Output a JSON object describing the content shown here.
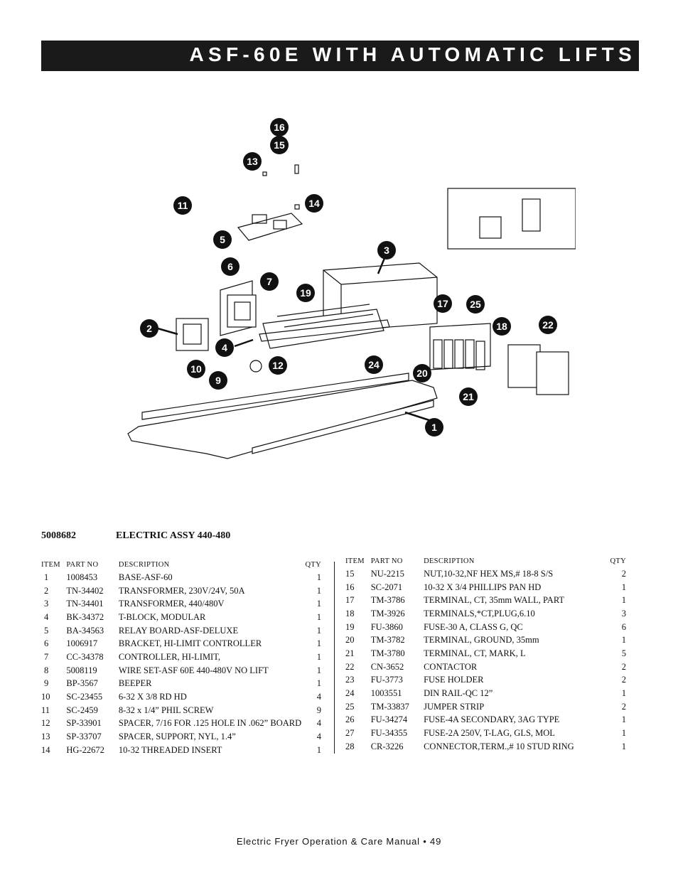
{
  "header": {
    "title": "ASF-60E WITH AUTOMATIC LIFTS"
  },
  "diagram": {
    "callouts": [
      "1",
      "2",
      "3",
      "4",
      "5",
      "6",
      "7",
      "9",
      "10",
      "11",
      "12",
      "13",
      "14",
      "15",
      "16",
      "17",
      "18",
      "19",
      "20",
      "21",
      "22",
      "24",
      "25"
    ]
  },
  "assembly": {
    "number": "5008682",
    "name": "ELECTRIC ASSY 440-480"
  },
  "table_headers": {
    "item": "ITEM",
    "part_no": "PART NO",
    "description": "DESCRIPTION",
    "qty": "QTY"
  },
  "parts_left": [
    {
      "item": "1",
      "part": "1008453",
      "desc": "BASE-ASF-60",
      "qty": "1"
    },
    {
      "item": "2",
      "part": "TN-34402",
      "desc": "TRANSFORMER, 230V/24V, 50A",
      "qty": "1"
    },
    {
      "item": "3",
      "part": "TN-34401",
      "desc": "TRANSFORMER, 440/480V",
      "qty": "1"
    },
    {
      "item": "4",
      "part": "BK-34372",
      "desc": "T-BLOCK, MODULAR",
      "qty": "1"
    },
    {
      "item": "5",
      "part": "BA-34563",
      "desc": "RELAY BOARD-ASF-DELUXE",
      "qty": "1"
    },
    {
      "item": "6",
      "part": "1006917",
      "desc": "BRACKET, HI-LIMIT CONTROLLER",
      "qty": "1"
    },
    {
      "item": "7",
      "part": "CC-34378",
      "desc": "CONTROLLER, HI-LIMIT,",
      "qty": "1"
    },
    {
      "item": "8",
      "part": "5008119",
      "desc": "WIRE SET-ASF 60E 440-480V NO LIFT",
      "qty": "1"
    },
    {
      "item": "9",
      "part": "BP-3567",
      "desc": "BEEPER",
      "qty": "1"
    },
    {
      "item": "10",
      "part": "SC-23455",
      "desc": "6-32 X 3/8 RD HD",
      "qty": "4"
    },
    {
      "item": "11",
      "part": "SC-2459",
      "desc": "8-32 x 1/4” PHIL SCREW",
      "qty": "9"
    },
    {
      "item": "12",
      "part": "SP-33901",
      "desc": "SPACER, 7/16 FOR .125 HOLE IN .062” BOARD",
      "qty": "4"
    },
    {
      "item": "13",
      "part": "SP-33707",
      "desc": "SPACER, SUPPORT, NYL, 1.4”",
      "qty": "4"
    },
    {
      "item": "14",
      "part": "HG-22672",
      "desc": "10-32 THREADED INSERT",
      "qty": "1"
    }
  ],
  "parts_right": [
    {
      "item": "15",
      "part": "NU-2215",
      "desc": "NUT,10-32,NF HEX MS,# 18-8 S/S",
      "qty": "2"
    },
    {
      "item": "16",
      "part": "SC-2071",
      "desc": "10-32 X 3/4 PHILLIPS PAN HD",
      "qty": "1"
    },
    {
      "item": "17",
      "part": "TM-3786",
      "desc": "TERMINAL, CT, 35mm WALL, PART",
      "qty": "1"
    },
    {
      "item": "18",
      "part": "TM-3926",
      "desc": "TERMINALS,*CT,PLUG,6.10",
      "qty": "3"
    },
    {
      "item": "19",
      "part": "FU-3860",
      "desc": "FUSE-30 A, CLASS G, QC",
      "qty": "6"
    },
    {
      "item": "20",
      "part": "TM-3782",
      "desc": "TERMINAL, GROUND, 35mm",
      "qty": "1"
    },
    {
      "item": "21",
      "part": "TM-3780",
      "desc": "TERMINAL, CT, MARK, L",
      "qty": "5"
    },
    {
      "item": "22",
      "part": "CN-3652",
      "desc": "CONTACTOR",
      "qty": "2"
    },
    {
      "item": "23",
      "part": "FU-3773",
      "desc": "FUSE HOLDER",
      "qty": "2"
    },
    {
      "item": "24",
      "part": "1003551",
      "desc": "DIN RAIL-QC 12”",
      "qty": "1"
    },
    {
      "item": "25",
      "part": "TM-33837",
      "desc": "JUMPER STRIP",
      "qty": "2"
    },
    {
      "item": "26",
      "part": "FU-34274",
      "desc": "FUSE-4A SECONDARY, 3AG TYPE",
      "qty": "1"
    },
    {
      "item": "27",
      "part": "FU-34355",
      "desc": "FUSE-2A 250V, T-LAG, GLS, MOL",
      "qty": "1"
    },
    {
      "item": "28",
      "part": "CR-3226",
      "desc": "CONNECTOR,TERM.,# 10 STUD RING",
      "qty": "1"
    }
  ],
  "footer": {
    "text": "Electric Fryer Operation & Care Manual • 49"
  }
}
